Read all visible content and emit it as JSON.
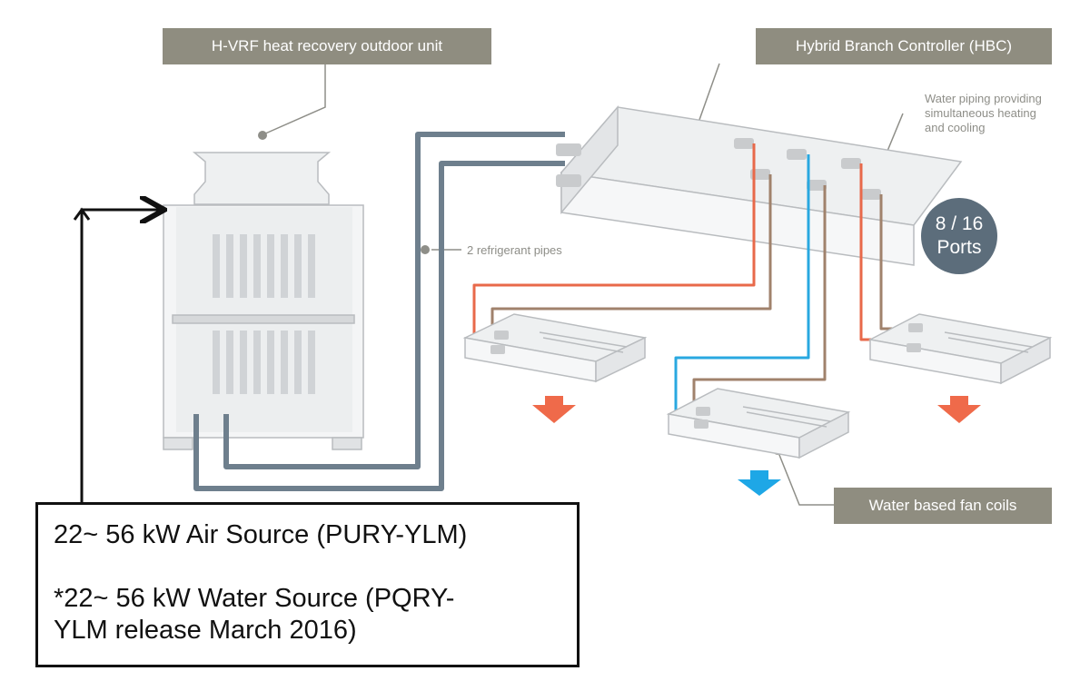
{
  "labels": {
    "outdoor_unit": "H-VRF heat recovery outdoor unit",
    "hbc": "Hybrid Branch Controller (HBC)",
    "fan_coils": "Water based fan coils",
    "refrigerant_pipes": "2 refrigerant pipes",
    "water_piping_line1": "Water piping providing",
    "water_piping_line2": "simultaneous heating",
    "water_piping_line3": "and cooling",
    "ports_line1": "8 / 16",
    "ports_line2": "Ports"
  },
  "info_box": {
    "line1": "22~ 56 kW Air Source (PURY-YLM)",
    "line2": "*22~ 56 kW Water Source (PQRY-",
    "line3": "YLM release March 2016)"
  },
  "colors": {
    "label_bg": "#8f8d80",
    "refrigerant_pipe": "#6e7f8d",
    "hot_pipe": "#e8694a",
    "cold_pipe": "#29a8e0",
    "return_pipe": "#a0826c",
    "ports_circle": "#5c6d7b",
    "hot_arrow": "#ef6a4a",
    "cold_arrow": "#1ea7e6"
  },
  "icons": [
    "outdoor-unit-icon",
    "hbc-box-icon",
    "fan-coil-icon",
    "airflow-arrow-icon"
  ]
}
